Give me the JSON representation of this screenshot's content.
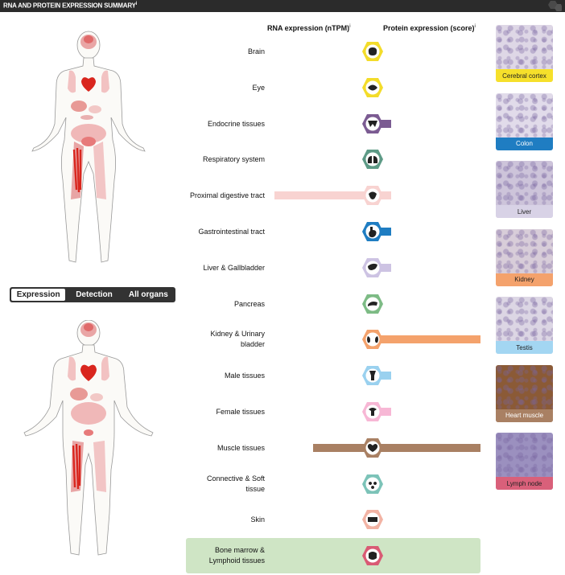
{
  "header": {
    "title": "RNA AND PROTEIN EXPRESSION SUMMARY",
    "info_mark": "i"
  },
  "columns": {
    "rna": "RNA expression (nTPM)",
    "protein": "Protein expression (score)",
    "info_mark": "i"
  },
  "toggle": {
    "items": [
      {
        "label": "Expression",
        "active": true
      },
      {
        "label": "Detection",
        "active": false
      },
      {
        "label": "All organs",
        "active": false
      }
    ]
  },
  "organs": [
    {
      "name": "Brain",
      "line2": "",
      "icon": "brain-icon",
      "color": "#f3dc2a",
      "rna": 0,
      "protein": 0
    },
    {
      "name": "Eye",
      "line2": "",
      "icon": "eye-icon",
      "color": "#f3dc2a",
      "rna": 0,
      "protein": 0
    },
    {
      "name": "Endocrine tissues",
      "line2": "",
      "icon": "thyroid-icon",
      "color": "#7b5b92",
      "rna": 0.01,
      "protein": 0.17
    },
    {
      "name": "Respiratory system",
      "line2": "",
      "icon": "lungs-icon",
      "color": "#5d9a86",
      "rna": 0,
      "protein": 0
    },
    {
      "name": "Proximal digestive tract",
      "line2": "",
      "icon": "mouth-icon",
      "color": "#f8d3d1",
      "rna": 0.96,
      "protein": 0.17
    },
    {
      "name": "Gastrointestinal tract",
      "line2": "",
      "icon": "stomach-icon",
      "color": "#1f7dc2",
      "rna": 0.01,
      "protein": 0.17
    },
    {
      "name": "Liver & Gallbladder",
      "line2": "",
      "icon": "liver-icon",
      "color": "#cdc3e3",
      "rna": 0,
      "protein": 0.17
    },
    {
      "name": "Pancreas",
      "line2": "",
      "icon": "pancreas-icon",
      "color": "#7dbb85",
      "rna": 0,
      "protein": 0
    },
    {
      "name": "Kidney & Urinary",
      "line2": "bladder",
      "icon": "kidney-icon",
      "color": "#f4a26c",
      "rna": 0,
      "protein": 1.0
    },
    {
      "name": "Male tissues",
      "line2": "",
      "icon": "male-icon",
      "color": "#9ad1ef",
      "rna": 0,
      "protein": 0.17
    },
    {
      "name": "Female tissues",
      "line2": "",
      "icon": "female-icon",
      "color": "#f7b7d5",
      "rna": 0,
      "protein": 0.17
    },
    {
      "name": "Muscle tissues",
      "line2": "",
      "icon": "heart-icon",
      "color": "#a98063",
      "rna": 0.58,
      "protein": 1.0
    },
    {
      "name": "Connective & Soft",
      "line2": "tissue",
      "icon": "fat-cells-icon",
      "color": "#7cc3b8",
      "rna": 0,
      "protein": 0
    },
    {
      "name": "Skin",
      "line2": "",
      "icon": "skin-icon",
      "color": "#f2b3a4",
      "rna": 0,
      "protein": 0
    },
    {
      "name": "Bone marrow &",
      "line2": "Lymphoid tissues",
      "icon": "bone-marrow-icon",
      "color": "#d95a74",
      "rna": 0,
      "protein": 0
    }
  ],
  "thumbnails": [
    {
      "label": "Cerebral cortex",
      "band": "#f6e02b",
      "tissue": "#ded7e6",
      "text_color": "#222"
    },
    {
      "label": "Colon",
      "band": "#1f7dc2",
      "tissue": "#e1dbea",
      "text_color": "#fff"
    },
    {
      "label": "Liver",
      "band": "#d8d2e6",
      "tissue": "#cdc4da",
      "text_color": "#222"
    },
    {
      "label": "Kidney",
      "band": "#f4a26c",
      "tissue": "#d8cdd9",
      "text_color": "#222"
    },
    {
      "label": "Testis",
      "band": "#a3d6f2",
      "tissue": "#dcd6e4",
      "text_color": "#222"
    },
    {
      "label": "Heart muscle",
      "band": "#a98063",
      "tissue": "#8b5a36",
      "text_color": "#fff"
    },
    {
      "label": "Lymph node",
      "band": "#d9607a",
      "tissue": "#9b90bf",
      "text_color": "#222"
    }
  ]
}
